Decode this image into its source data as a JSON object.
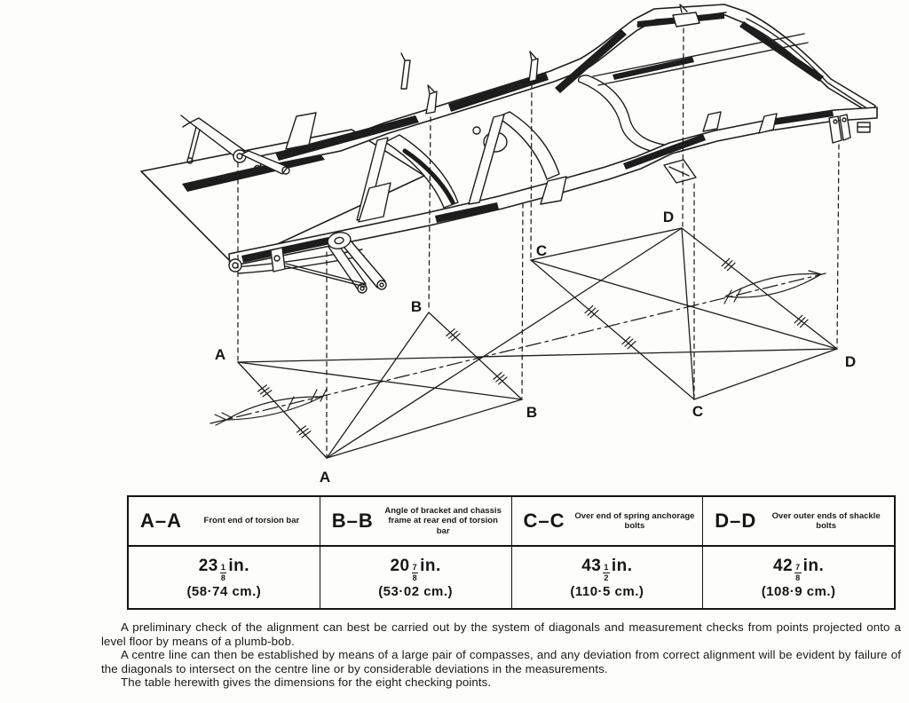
{
  "figure": {
    "name": "chassis-frame-alignment-diagram",
    "point_labels": [
      {
        "id": "A1",
        "letter": "A"
      },
      {
        "id": "A2",
        "letter": "A"
      },
      {
        "id": "B1",
        "letter": "B"
      },
      {
        "id": "B2",
        "letter": "B"
      },
      {
        "id": "C1",
        "letter": "C"
      },
      {
        "id": "C2",
        "letter": "C"
      },
      {
        "id": "D1",
        "letter": "D"
      },
      {
        "id": "D2",
        "letter": "D"
      }
    ]
  },
  "table": {
    "columns": [
      {
        "label": "A–A",
        "description": "Front end of torsion bar",
        "inches_whole": "23",
        "fraction_numerator": "1",
        "fraction_denominator": "8",
        "inches_unit": "in.",
        "metric": "(58·74 cm.)"
      },
      {
        "label": "B–B",
        "description": "Angle of bracket and chassis frame at rear end of torsion bar",
        "inches_whole": "20",
        "fraction_numerator": "7",
        "fraction_denominator": "8",
        "inches_unit": "in.",
        "metric": "(53·02 cm.)"
      },
      {
        "label": "C–C",
        "description": "Over end of spring anchorage bolts",
        "inches_whole": "43",
        "fraction_numerator": "1",
        "fraction_denominator": "2",
        "inches_unit": "in.",
        "metric": "(110·5 cm.)"
      },
      {
        "label": "D–D",
        "description": "Over outer ends of shackle bolts",
        "inches_whole": "42",
        "fraction_numerator": "7",
        "fraction_denominator": "8",
        "inches_unit": "in.",
        "metric": "(108·9 cm.)"
      }
    ]
  },
  "paragraphs": [
    "A preliminary check of the alignment can best be carried out by the system of diagonals and measurement checks from points projected onto a level floor by means of a plumb-bob.",
    "A centre line can then be established by means of a large pair of compasses, and any deviation from correct alignment will be evident by failure of the diagonals to intersect on the centre line or by considerable deviations in the measurements.",
    "The table herewith gives the dimensions for the eight checking points."
  ]
}
